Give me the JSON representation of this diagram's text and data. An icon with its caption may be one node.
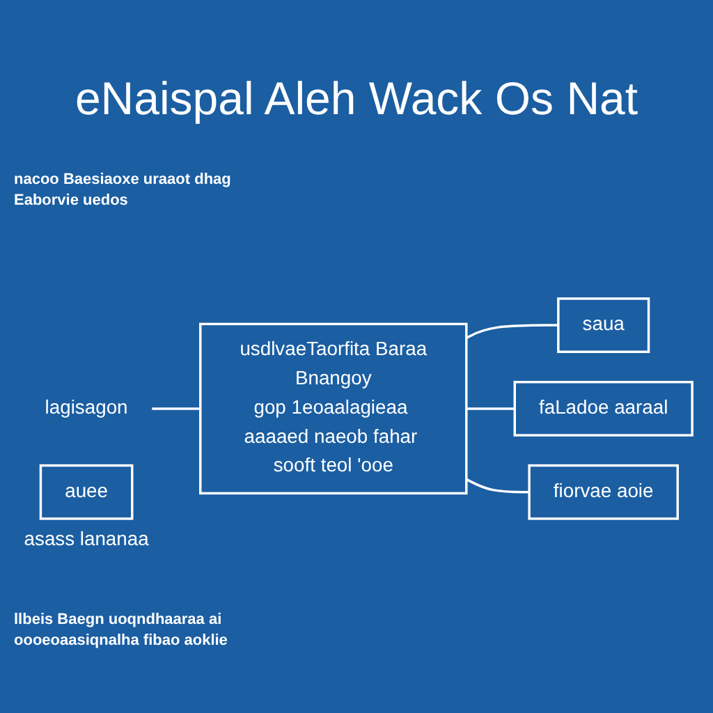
{
  "diagram": {
    "title": "eNaispal Aleh Wack Os Nat",
    "nodes": [
      {
        "text": [
          "lagisagon"
        ]
      },
      {
        "text": [
          "usdlvaeTaorfita Baraa",
          "Bnangoy",
          "gop 1eoaalagieaa aaaaed naeob fahar sooft teol 'ooe"
        ]
      },
      {
        "text": [
          "saua"
        ]
      },
      {
        "text": [
          "faLadoe aaraal"
        ]
      },
      {
        "text": [
          "fiorvae aoie"
        ]
      },
      {
        "text": [
          "auee"
        ],
        "beside": [
          "asass lananaa"
        ]
      }
    ],
    "edges": [
      {
        "from": 0,
        "to": 1,
        "arrow": "none"
      },
      {
        "from": 1,
        "to": 2,
        "arrow": "none"
      },
      {
        "from": 1,
        "to": 3,
        "arrow": "none"
      },
      {
        "from": 1,
        "to": 4,
        "arrow": "none"
      }
    ],
    "labels": [
      "nacoo Baesiaoxe uraaot dhag Eaborvie uedos",
      "llbeis Baegn uoqndhaaraa ai oooeoaasiqnalha fibao aoklie"
    ]
  }
}
